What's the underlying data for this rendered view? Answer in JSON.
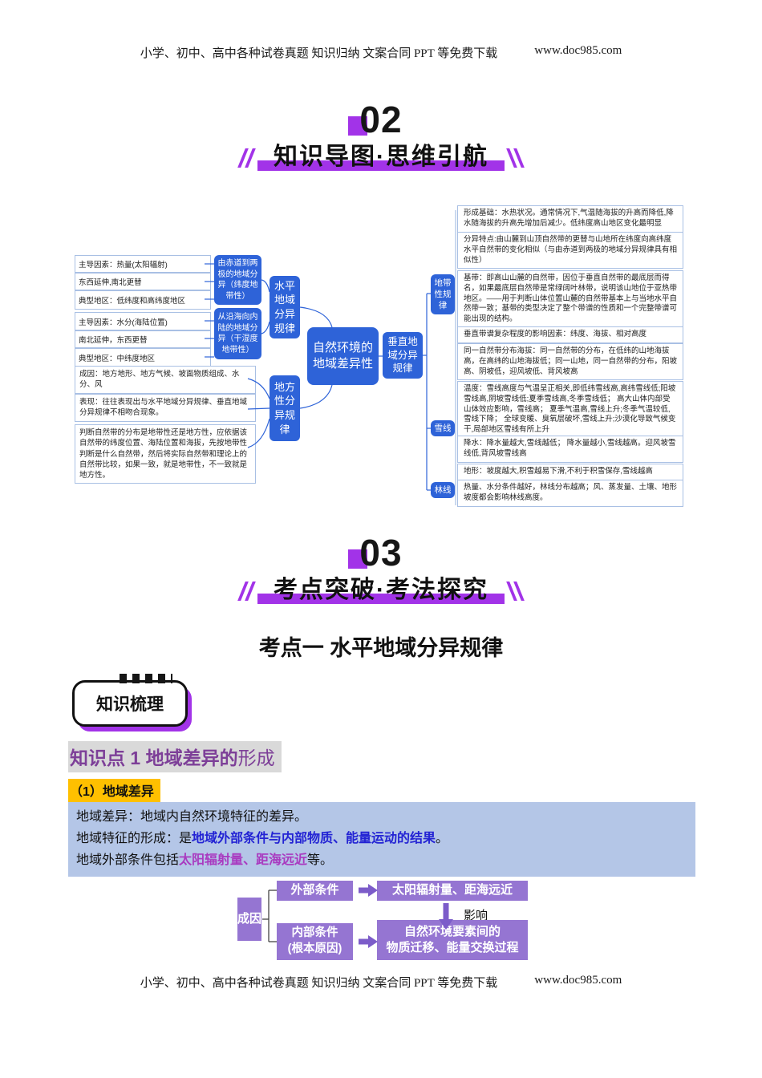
{
  "header": {
    "text_left": "小学、初中、高中各种试卷真题  知识归纳  文案合同  PPT 等免费下载",
    "site": "www.doc985.com"
  },
  "section_02": {
    "number": "02",
    "title": "知识导图·思维引航"
  },
  "section_03": {
    "number": "03",
    "title": "考点突破·考法探究"
  },
  "kaodian_title": "考点一  水平地域分异规律",
  "badge_label": "知识梳理",
  "knowledge_point": {
    "bold": "知识点 1 地域差异的",
    "regular": "形成"
  },
  "subheading": "（1）地域差异",
  "mindmap": {
    "center": "自然环境的地域差异性",
    "horizontal_rule": "水平地域分异规律",
    "vertical_rule": "垂直地域分异规律",
    "local_rule": "地方性分异规律",
    "latitudinal_node": "由赤道到两极的地域分异（纬度地带性）",
    "coastal_node": "从沿海向内陆的地域分异（干湿度地带性）",
    "zonal_label": "地带性规律",
    "snowline_label": "雪线",
    "treeline_label": "林线",
    "left_items": [
      "主导因素：热量(太阳辐射)",
      "东西延伸,南北更替",
      "典型地区：低纬度和高纬度地区",
      "主导因素：水分(海陆位置)",
      "南北延伸，东西更替",
      "典型地区：中纬度地区",
      "成因：地方地形、地方气候、坡面物质组成、水分、风",
      "表现：往往表现出与水平地域分异规律、垂直地域分异规律不相吻合现象。",
      "判断自然带的分布是地带性还是地方性，应依据该自然带的纬度位置、海陆位置和海拔，先按地带性判断是什么自然带，然后将实际自然带和理论上的自然带比较，如果一致，就是地带性，不一致就是地方性。"
    ],
    "right_items": [
      "形成基础：水热状况。通常情况下,气温随海拔的升高而降低,降水随海拔的升高先增加后减少。低纬度高山地区变化最明显",
      "分异特点:由山麓到山顶自然带的更替与山地所在纬度向高纬度水平自然带的变化相似（与由赤道到两极的地域分异规律具有相似性）",
      "基带：即高山山麓的自然带，因位于垂直自然带的最底层而得名，如果最底层自然带是常绿阔叶林带，说明该山地位于亚热带地区。——用于判断山体位置山麓的自然带基本上与当地水平自然带一致；基带的类型决定了整个带谱的性质和一个完整带谱可能出现的结构。",
      "垂直带谱复杂程度的影响因素：纬度、海拔、相对高度",
      "同一自然带分布海拔：同一自然带的分布，在低纬的山地海拔高，在高纬的山地海拔低；同一山地，同一自然带的分布，阳坡高、阴坡低，迎风坡低、背风坡高",
      "温度：雪线高度与气温呈正相关,即低纬雪线高,高纬雪线低;阳坡雪线高,阴坡雪线低;夏季雪线高,冬季雪线低； 高大山体内部受山体效应影响，雪线高； 夏季气温高,雪线上升;冬季气温较低,雪线下降； 全球变暖、臭氧层破坏,雪线上升;沙漠化导致气候变干,局部地区雪线有所上升",
      "降水：降水量越大,雪线越低； 降水量越小,雪线越高。迎风坡雪线低,背风坡雪线高",
      "地形：坡度越大,积雪越易下滑,不利于积雪保存,雪线越高",
      "热量、水分条件越好，林线分布越高；风、蒸发量、土壤、地形坡度都会影响林线高度。"
    ]
  },
  "highlight_block": {
    "line1": "地域差异：地域内自然环境特征的差异。",
    "line2_prefix": "地域特征的形成：是",
    "line2_em": "地域外部条件与内部物质、能量运动的结果",
    "line2_suffix": "。",
    "line3_prefix": "地域外部条件包括",
    "line3_em": "太阳辐射量、距海远近",
    "line3_suffix": "等。"
  },
  "flow": {
    "cause": "成因",
    "external": "外部条件",
    "external_target": "太阳辐射量、距海远近",
    "influence": "影响",
    "internal_line1": "内部条件",
    "internal_line2": "(根本原因)",
    "internal_target_line1": "自然环境要素间的",
    "internal_target_line2": "物质迁移、能量交换过程"
  },
  "footer": {
    "text_left": "小学、初中、高中各种试卷真题  知识归纳  文案合同  PPT 等免费下载",
    "site": "www.doc985.com"
  },
  "colors": {
    "accent_purple": "#a233e8",
    "node_blue": "#2e63d8",
    "node_border_blue": "#a9c0e4",
    "flow_purple": "#9575d2",
    "highlight_bg": "#b4c6e7",
    "subheading_bg": "#ffc000",
    "kp_purple": "#7d3f98",
    "em_blue": "#2323d4",
    "em_magenta": "#a93ac0"
  }
}
